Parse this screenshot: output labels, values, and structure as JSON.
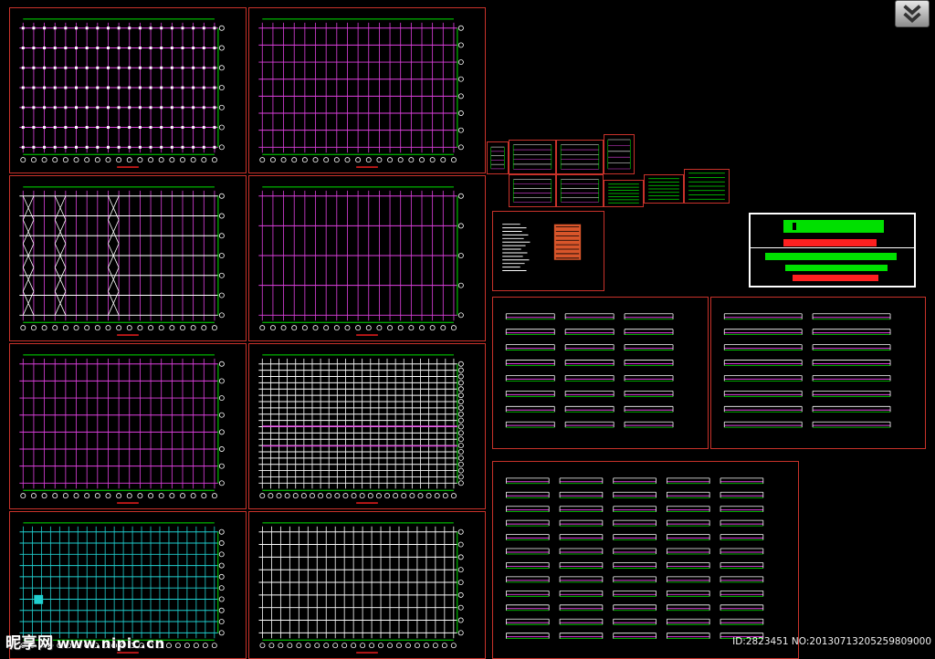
{
  "toolbar": {
    "download_icon": "double-chevron-down-icon"
  },
  "colors": {
    "background": "#000000",
    "frame": "#c8322a",
    "magenta": "#e040e0",
    "white": "#ffffff",
    "green": "#00e000",
    "cyan": "#20d0d0",
    "red": "#ff2020"
  },
  "watermark": {
    "brand": "昵享网",
    "site": "www.nipic.cn",
    "image_id": "ID:2823451 NO:20130713205259809000"
  }
}
